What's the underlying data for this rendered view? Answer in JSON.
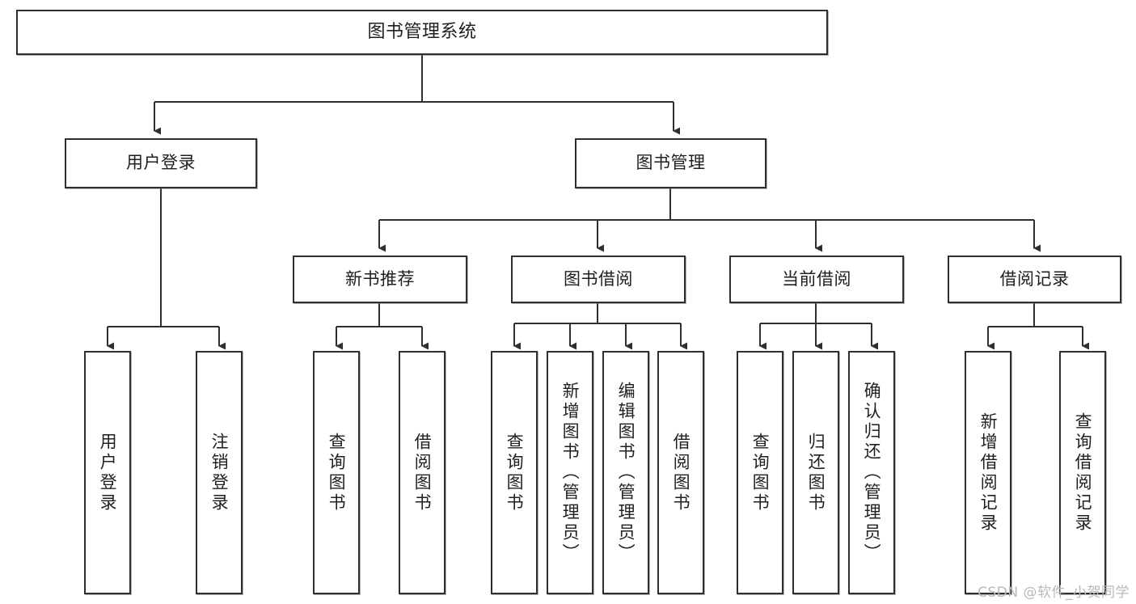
{
  "diagram": {
    "title": "图书管理系统",
    "type": "tree-hierarchy",
    "background_color": "#ffffff",
    "line_color": "#2f2f2f",
    "text_color": "#1f1f1f"
  },
  "nodes": {
    "root": {
      "label": "图书管理系统"
    },
    "level2": [
      {
        "label": "用户登录"
      },
      {
        "label": "图书管理"
      }
    ],
    "level3": [
      {
        "label": "新书推荐"
      },
      {
        "label": "图书借阅"
      },
      {
        "label": "当前借阅"
      },
      {
        "label": "借阅记录"
      }
    ],
    "leaves": [
      {
        "label": "用户登录"
      },
      {
        "label": "注销登录"
      },
      {
        "label": "查询图书"
      },
      {
        "label": "借阅图书"
      },
      {
        "label": "查询图书"
      },
      {
        "label": "新增图书（管理员）"
      },
      {
        "label": "编辑图书（管理员）"
      },
      {
        "label": "借阅图书"
      },
      {
        "label": "查询图书"
      },
      {
        "label": "归还图书"
      },
      {
        "label": "确认归还（管理员）"
      },
      {
        "label": "新增借阅记录"
      },
      {
        "label": "查询借阅记录"
      }
    ]
  },
  "watermark": {
    "text": "CSDN @软件_小贺同学"
  }
}
